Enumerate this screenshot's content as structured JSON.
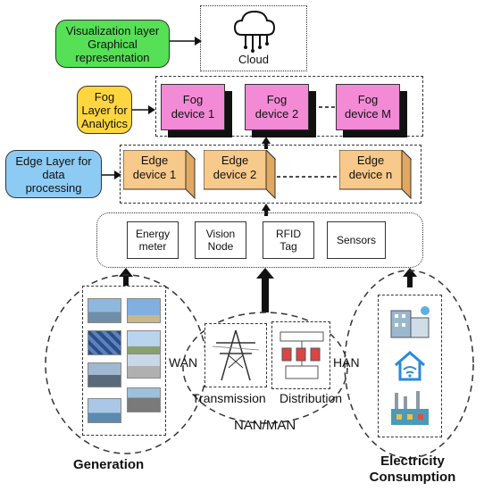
{
  "visualization_layer": {
    "line1": "Visualization layer",
    "line2": "Graphical",
    "line3": "representation"
  },
  "cloud": {
    "label": "Cloud"
  },
  "fog_layer": {
    "line1": "Fog",
    "line2": "Layer for",
    "line3": "Analytics"
  },
  "fog_devices": [
    {
      "line1": "Fog",
      "line2": "device  1"
    },
    {
      "line1": "Fog",
      "line2": "device  2"
    },
    {
      "line1": "Fog",
      "line2": "device  M"
    }
  ],
  "edge_layer": {
    "line1": "Edge Layer for",
    "line2": "data",
    "line3": "processing"
  },
  "edge_devices": [
    {
      "line1": "Edge",
      "line2": "device 1"
    },
    {
      "line1": "Edge",
      "line2": "device 2"
    },
    {
      "line1": "Edge",
      "line2": "device n"
    }
  ],
  "sensors": [
    {
      "line1": "Energy",
      "line2": "meter"
    },
    {
      "line1": "Vision",
      "line2": "Node"
    },
    {
      "line1": "RFID",
      "line2": "Tag"
    },
    {
      "line1": "Sensors",
      "line2": ""
    }
  ],
  "labels": {
    "wan": "WAN",
    "han": "HAN",
    "transmission": "Transmission",
    "distribution": "Distribution",
    "nan_man": "NAN/MAN",
    "generation": "Generation",
    "consumption_line1": "Electricity",
    "consumption_line2": "Consumption"
  },
  "colors": {
    "visualization": "#55e055",
    "fog_layer": "#ffd640",
    "fog_device": "#f28ad6",
    "edge_layer": "#8ecbf4",
    "edge_device": "#f7c98a"
  }
}
